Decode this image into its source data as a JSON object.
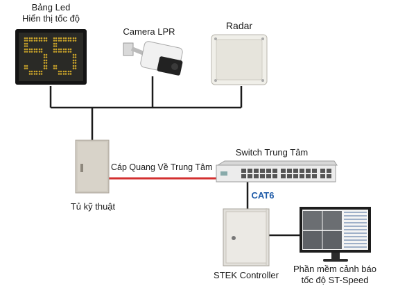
{
  "nodes": {
    "led_board": {
      "line1": "Bảng Led",
      "line2": "Hiển thị tốc độ",
      "digits": "55"
    },
    "camera": {
      "label": "Camera LPR"
    },
    "radar": {
      "label": "Radar"
    },
    "cabinet": {
      "label": "Tủ kỹ thuật"
    },
    "switch": {
      "label": "Switch Trung Tâm"
    },
    "controller": {
      "label": "STEK Controller"
    },
    "software": {
      "line1": "Phần mềm cảnh báo",
      "line2": "tốc độ ST-Speed"
    }
  },
  "links": {
    "fiber": {
      "label": "Cáp Quang Về Trung Tâm",
      "color": "#d32f2f"
    },
    "cat6": {
      "label": "CAT6",
      "color": "#1f5ba8"
    }
  },
  "colors": {
    "wire": "#1a1a1a",
    "led_glow": "#c9a32a",
    "cabinet": "#cfcac0"
  },
  "icons": [
    "led-board-icon",
    "camera-icon",
    "radar-box-icon",
    "cabinet-icon",
    "network-switch-icon",
    "controller-box-icon",
    "monitor-icon"
  ]
}
